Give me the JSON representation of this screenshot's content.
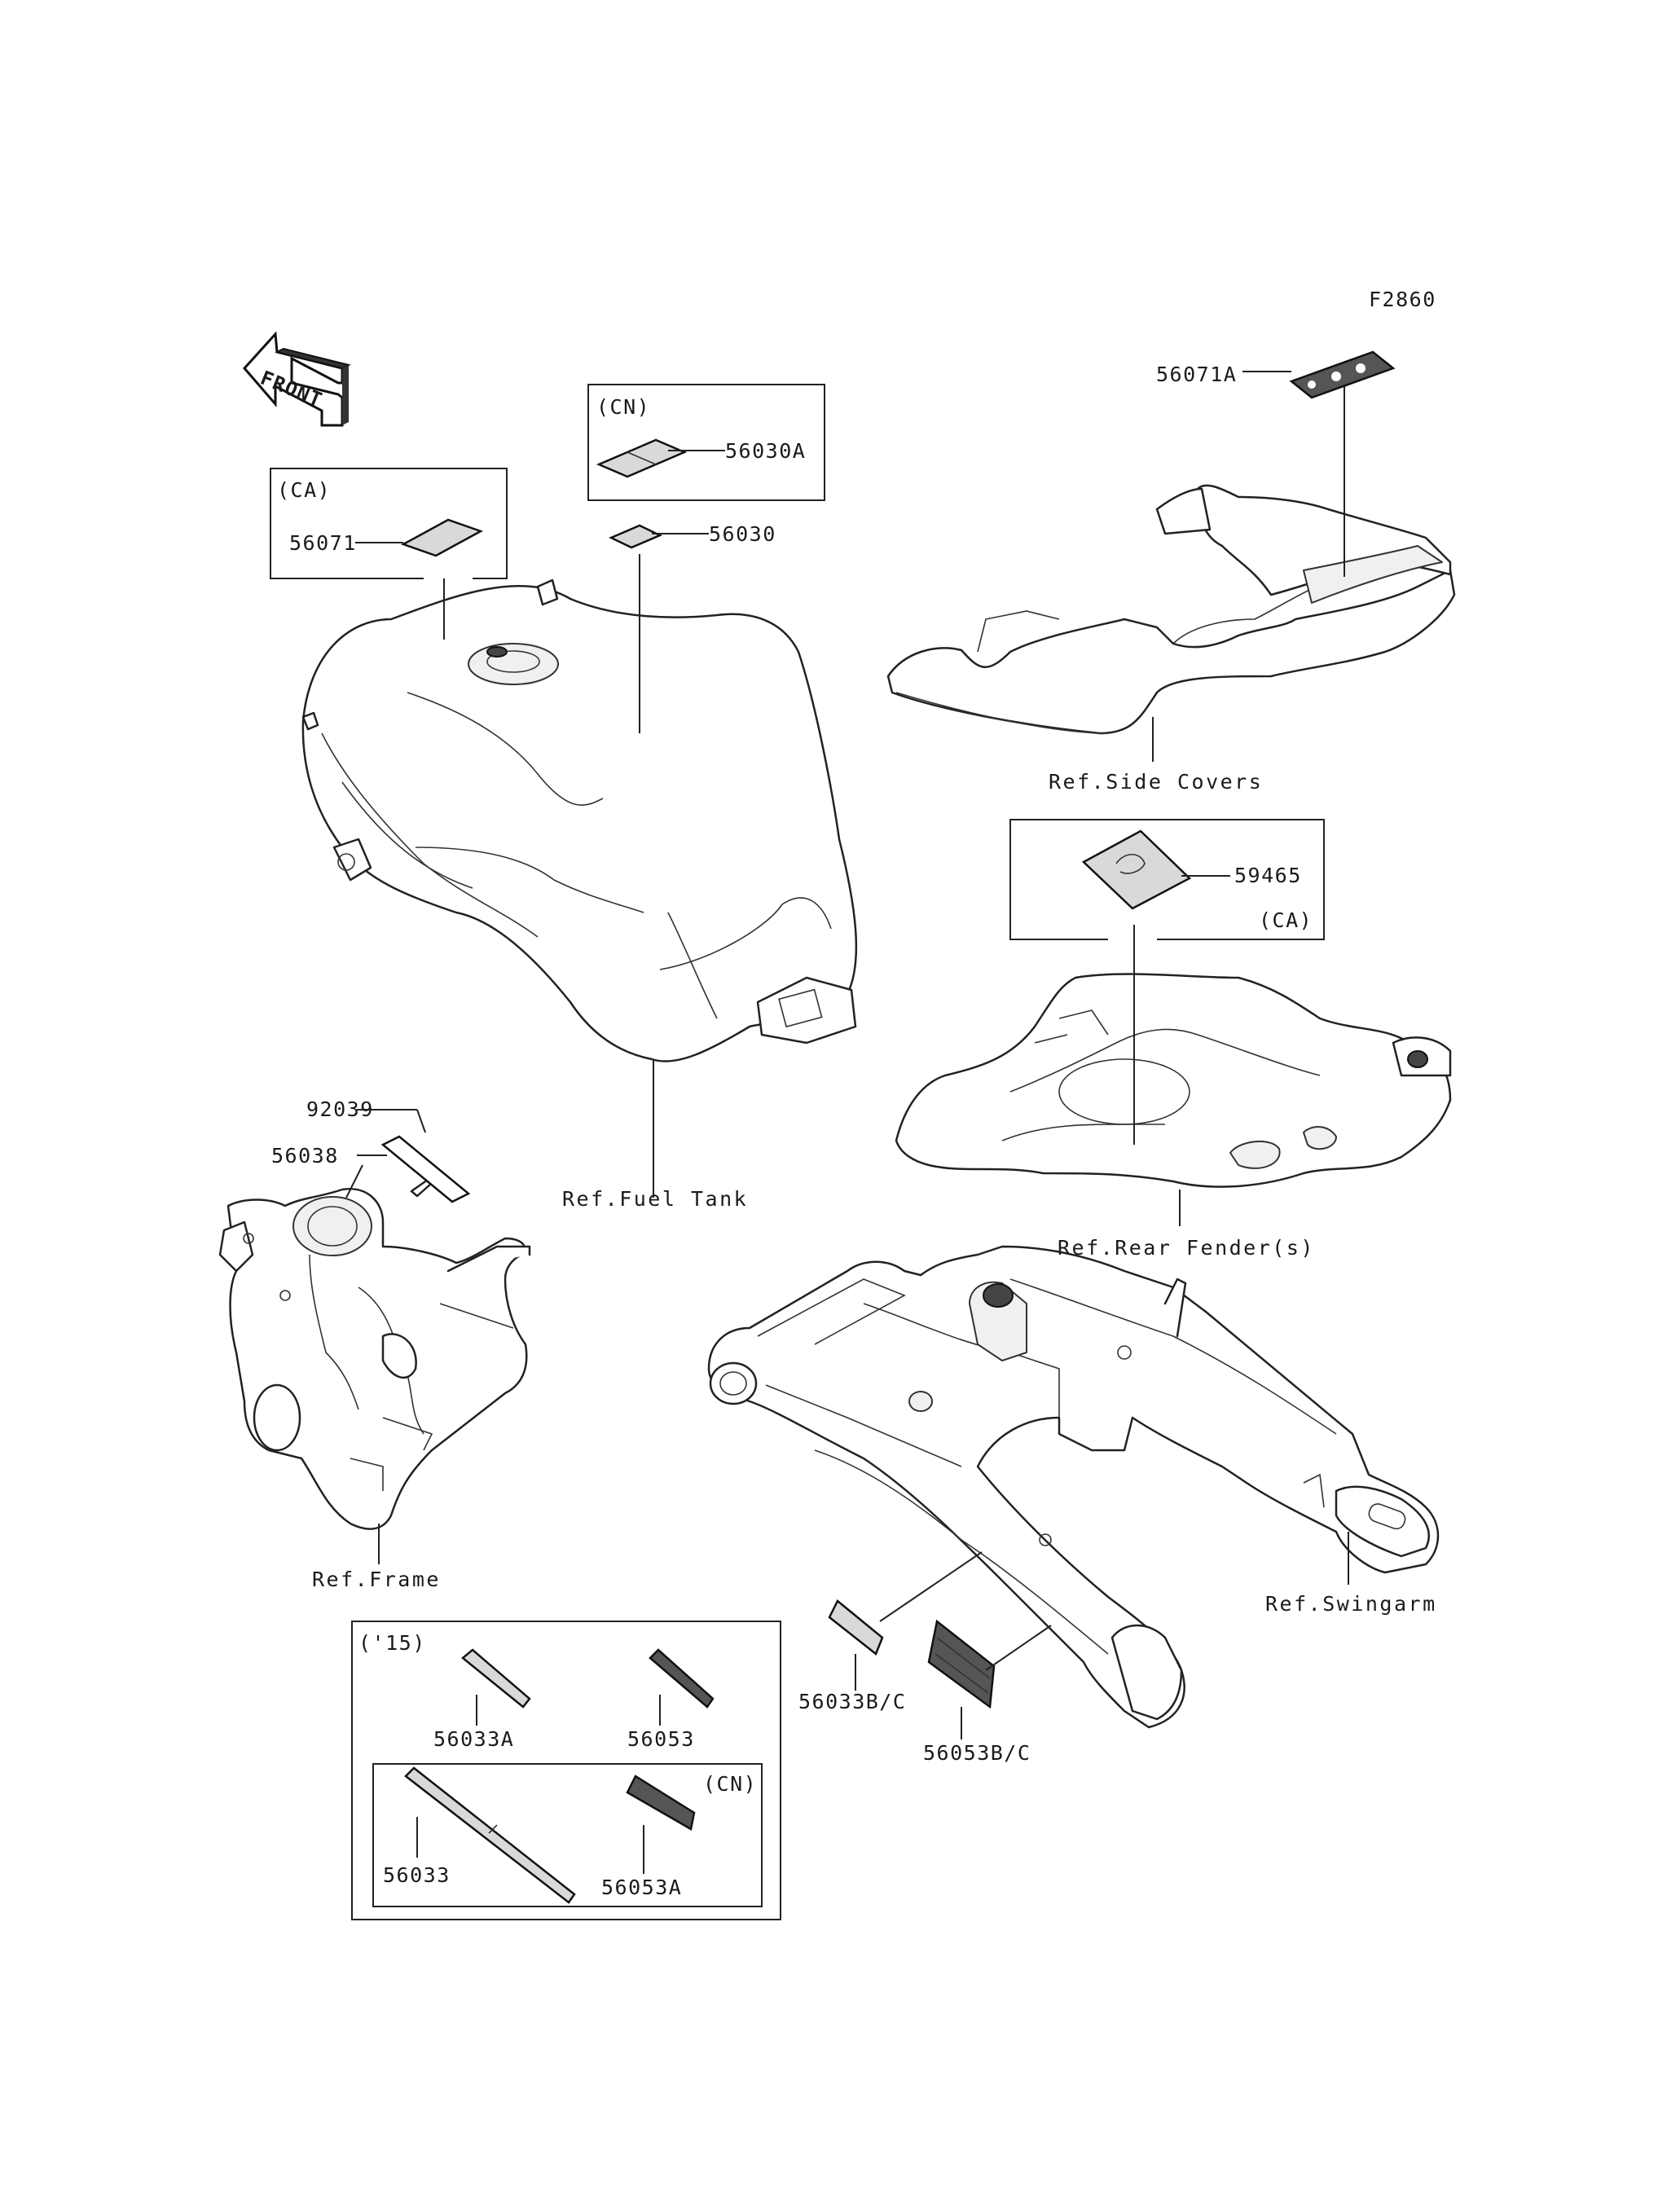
{
  "diagram_code": "F2860",
  "front_arrow": "FRONT",
  "regions": {
    "ca": "(CA)",
    "cn": "(CN)",
    "y15": "('15)"
  },
  "parts": [
    {
      "id": "p-56071A",
      "label": "56071A"
    },
    {
      "id": "p-56071",
      "label": "56071"
    },
    {
      "id": "p-56030A",
      "label": "56030A"
    },
    {
      "id": "p-56030",
      "label": "56030"
    },
    {
      "id": "p-59465",
      "label": "59465"
    },
    {
      "id": "p-92039",
      "label": "92039"
    },
    {
      "id": "p-56038",
      "label": "56038"
    },
    {
      "id": "p-56033A",
      "label": "56033A"
    },
    {
      "id": "p-56053",
      "label": "56053"
    },
    {
      "id": "p-56033",
      "label": "56033"
    },
    {
      "id": "p-56053A",
      "label": "56053A"
    },
    {
      "id": "p-56033BC",
      "label": "56033B/C"
    },
    {
      "id": "p-56053BC",
      "label": "56053B/C"
    }
  ],
  "references": {
    "side_covers": "Ref.Side Covers",
    "fuel_tank": "Ref.Fuel Tank",
    "rear_fender": "Ref.Rear Fender(s)",
    "frame": "Ref.Frame",
    "swingarm": "Ref.Swingarm"
  }
}
